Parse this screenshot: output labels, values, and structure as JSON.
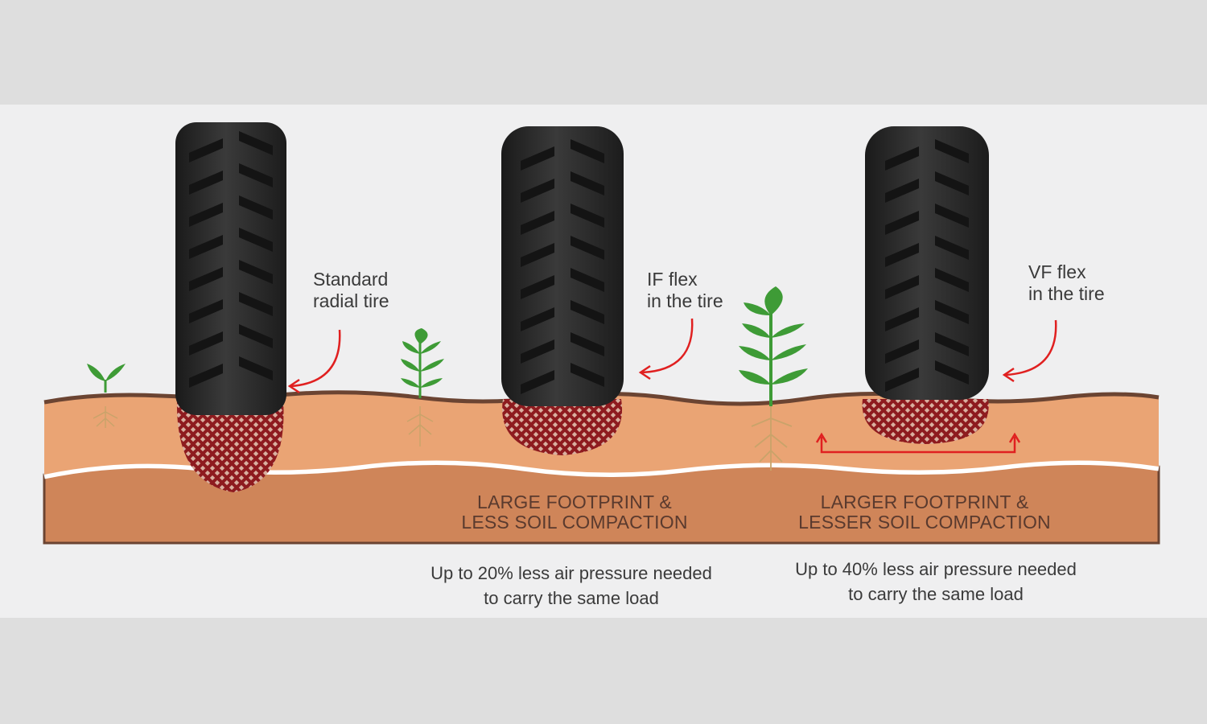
{
  "tires": [
    {
      "name": "standard",
      "label_lines": [
        "Standard",
        "radial tire"
      ]
    },
    {
      "name": "if",
      "label_lines": [
        "IF flex",
        "in the tire"
      ]
    },
    {
      "name": "vf",
      "label_lines": [
        "VF flex",
        "in the tire"
      ]
    }
  ],
  "captions": {
    "if": [
      "LARGE FOOTPRINT &",
      "LESS SOIL COMPACTION"
    ],
    "vf": [
      "LARGER FOOTPRINT &",
      "LESSER SOIL COMPACTION"
    ]
  },
  "notes": {
    "if": [
      "Up to 20% less air pressure needed",
      "to carry the same load"
    ],
    "vf": [
      "Up to 40% less air pressure needed",
      "to carry the same load"
    ]
  },
  "colors": {
    "topsoil": "#eaa474",
    "subsoil": "#cf8559",
    "soil_outline": "#6b4432",
    "compaction": "#8e1b1f",
    "arrow": "#e02020",
    "tire": "#262626",
    "plant": "#3e9b36"
  }
}
